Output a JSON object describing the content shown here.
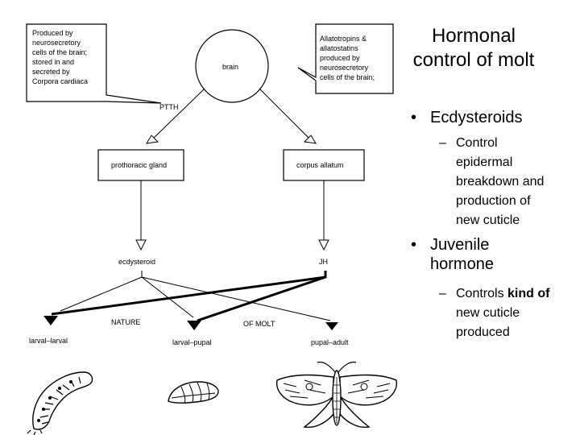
{
  "title": "Hormonal control of molt",
  "callouts": {
    "left": [
      "Produced by",
      "neurosecretory",
      "cells of the brain;",
      "stored in and",
      "secreted by",
      "Corpora cardiaca"
    ],
    "right": [
      "Allatotropins &",
      "allatostatins",
      "produced by",
      "neurosecretory",
      "cells of the brain;"
    ]
  },
  "diagram": {
    "brain": "brain",
    "ptth": "PTTH",
    "prothoracic_gland": "prothoracic gland",
    "corpus_allatum": "corpus allatum",
    "ecdysteroid": "ecdysteroid",
    "jh": "JH",
    "nature": "NATURE",
    "of_molt": "OF MOLT",
    "larval_larval": "larval–larval",
    "larval_pupal": "larval–pupal",
    "pupal_adult": "pupal–adult"
  },
  "bullets": {
    "ecdysteroids": {
      "label": "Ecdysteroids",
      "sub": [
        "Control",
        "epidermal",
        "breakdown and",
        "production of",
        "new cuticle"
      ]
    },
    "juvenile": {
      "label_lines": [
        "Juvenile",
        "hormone"
      ],
      "sub_pre": "Controls ",
      "sub_bold": "kind of",
      "sub_lines": [
        "new cuticle",
        "produced"
      ]
    },
    "bullet_char": "•",
    "dash_char": "–"
  },
  "icons": [
    "caterpillar-icon",
    "pupa-icon",
    "moth-icon"
  ]
}
